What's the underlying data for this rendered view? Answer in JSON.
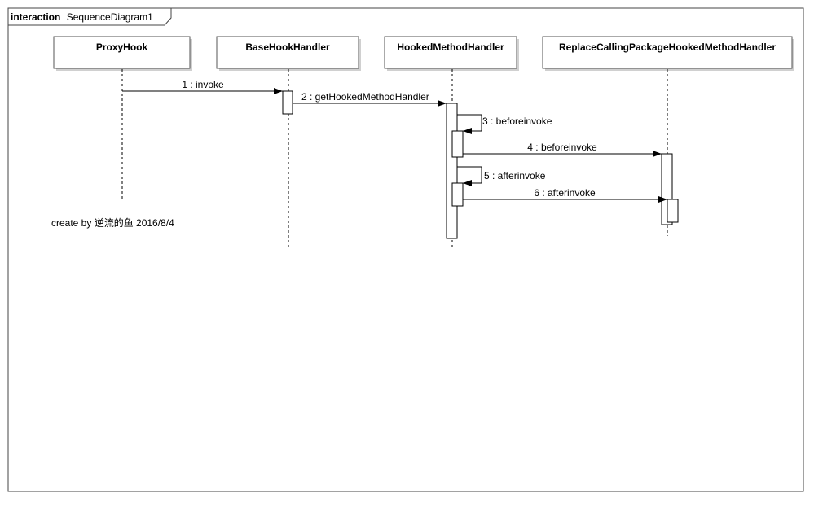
{
  "frame": {
    "keyword": "interaction",
    "name": "SequenceDiagram1"
  },
  "participants": [
    {
      "id": "p1",
      "name": "ProxyHook"
    },
    {
      "id": "p2",
      "name": "BaseHookHandler"
    },
    {
      "id": "p3",
      "name": "HookedMethodHandler"
    },
    {
      "id": "p4",
      "name": "ReplaceCallingPackageHookedMethodHandler"
    }
  ],
  "messages": [
    {
      "label": "1 : invoke",
      "from": "ProxyHook",
      "to": "BaseHookHandler"
    },
    {
      "label": "2 : getHookedMethodHandler",
      "from": "BaseHookHandler",
      "to": "HookedMethodHandler"
    },
    {
      "label": "3 : beforeinvoke",
      "from": "HookedMethodHandler",
      "to": "HookedMethodHandler"
    },
    {
      "label": "4 : beforeinvoke",
      "from": "HookedMethodHandler",
      "to": "ReplaceCallingPackageHookedMethodHandler"
    },
    {
      "label": "5 : afterinvoke",
      "from": "HookedMethodHandler",
      "to": "HookedMethodHandler"
    },
    {
      "label": "6 : afterinvoke",
      "from": "HookedMethodHandler",
      "to": "ReplaceCallingPackageHookedMethodHandler"
    }
  ],
  "note": "create by 逆流的鱼  2016/8/4"
}
